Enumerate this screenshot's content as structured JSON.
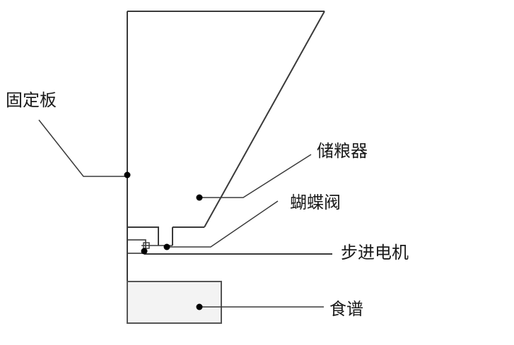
{
  "labels": {
    "fixed_plate": "固定板",
    "grain_storage": "储粮器",
    "butterfly_valve": "蝴蝶阀",
    "stepper_motor": "步进电机",
    "recipe": "食谱"
  },
  "colors": {
    "line": "#3a3a3a",
    "dot": "#000000",
    "recipe_box_fill": "#f3f3f3",
    "text": "#1a1a1a"
  }
}
